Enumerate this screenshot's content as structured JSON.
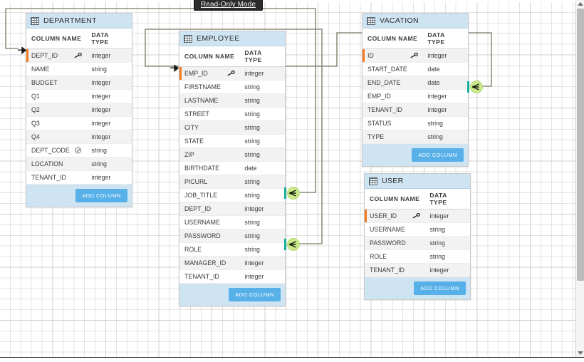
{
  "banner": {
    "label": "Read-Only Mode"
  },
  "column_headers": {
    "name": "COLUMN NAME",
    "type": "DATA TYPE"
  },
  "buttons": {
    "add_column": "ADD COLUMN"
  },
  "icons": {
    "table": "table-grid-icon",
    "primary_key": "key-icon",
    "unique": "unique-index-icon",
    "relation_many": "crowsfoot-icon",
    "relation_one": "arrow-icon"
  },
  "colors": {
    "header_bg": "#cfe4f2",
    "button_bg": "#57b0e8",
    "pk_marker": "#f47a20",
    "fk_marker": "#16b09a",
    "endpoint_dot": "#cbe98a",
    "link_line": "#8f8f7e"
  },
  "entities": [
    {
      "name": "DEPARTMENT",
      "columns": [
        {
          "name": "DEPT_ID",
          "type": "integer",
          "key": "pk"
        },
        {
          "name": "NAME",
          "type": "string",
          "key": ""
        },
        {
          "name": "BUDGET",
          "type": "integer",
          "key": ""
        },
        {
          "name": "Q1",
          "type": "integer",
          "key": ""
        },
        {
          "name": "Q2",
          "type": "integer",
          "key": ""
        },
        {
          "name": "Q3",
          "type": "integer",
          "key": ""
        },
        {
          "name": "Q4",
          "type": "integer",
          "key": ""
        },
        {
          "name": "DEPT_CODE",
          "type": "string",
          "key": "unique"
        },
        {
          "name": "LOCATION",
          "type": "string",
          "key": ""
        },
        {
          "name": "TENANT_ID",
          "type": "integer",
          "key": ""
        }
      ]
    },
    {
      "name": "EMPLOYEE",
      "columns": [
        {
          "name": "EMP_ID",
          "type": "integer",
          "key": "pk"
        },
        {
          "name": "FIRSTNAME",
          "type": "string",
          "key": ""
        },
        {
          "name": "LASTNAME",
          "type": "string",
          "key": ""
        },
        {
          "name": "STREET",
          "type": "string",
          "key": ""
        },
        {
          "name": "CITY",
          "type": "string",
          "key": ""
        },
        {
          "name": "STATE",
          "type": "string",
          "key": ""
        },
        {
          "name": "ZIP",
          "type": "string",
          "key": ""
        },
        {
          "name": "BIRTHDATE",
          "type": "date",
          "key": ""
        },
        {
          "name": "PICURL",
          "type": "string",
          "key": ""
        },
        {
          "name": "JOB_TITLE",
          "type": "string",
          "key": ""
        },
        {
          "name": "DEPT_ID",
          "type": "integer",
          "key": "fk"
        },
        {
          "name": "USERNAME",
          "type": "string",
          "key": ""
        },
        {
          "name": "PASSWORD",
          "type": "string",
          "key": ""
        },
        {
          "name": "ROLE",
          "type": "string",
          "key": ""
        },
        {
          "name": "MANAGER_ID",
          "type": "integer",
          "key": "fk"
        },
        {
          "name": "TENANT_ID",
          "type": "integer",
          "key": ""
        }
      ]
    },
    {
      "name": "VACATION",
      "columns": [
        {
          "name": "ID",
          "type": "integer",
          "key": "pk"
        },
        {
          "name": "START_DATE",
          "type": "date",
          "key": ""
        },
        {
          "name": "END_DATE",
          "type": "date",
          "key": ""
        },
        {
          "name": "EMP_ID",
          "type": "integer",
          "key": "fk"
        },
        {
          "name": "TENANT_ID",
          "type": "integer",
          "key": ""
        },
        {
          "name": "STATUS",
          "type": "string",
          "key": ""
        },
        {
          "name": "TYPE",
          "type": "string",
          "key": ""
        }
      ]
    },
    {
      "name": "USER",
      "columns": [
        {
          "name": "USER_ID",
          "type": "integer",
          "key": "pk"
        },
        {
          "name": "USERNAME",
          "type": "string",
          "key": ""
        },
        {
          "name": "PASSWORD",
          "type": "string",
          "key": ""
        },
        {
          "name": "ROLE",
          "type": "string",
          "key": ""
        },
        {
          "name": "TENANT_ID",
          "type": "integer",
          "key": ""
        }
      ]
    }
  ],
  "relationships": [
    {
      "from": "EMPLOYEE.DEPT_ID",
      "to": "DEPARTMENT.DEPT_ID"
    },
    {
      "from": "EMPLOYEE.MANAGER_ID",
      "to": "EMPLOYEE.EMP_ID"
    },
    {
      "from": "VACATION.EMP_ID",
      "to": "EMPLOYEE.EMP_ID"
    }
  ]
}
